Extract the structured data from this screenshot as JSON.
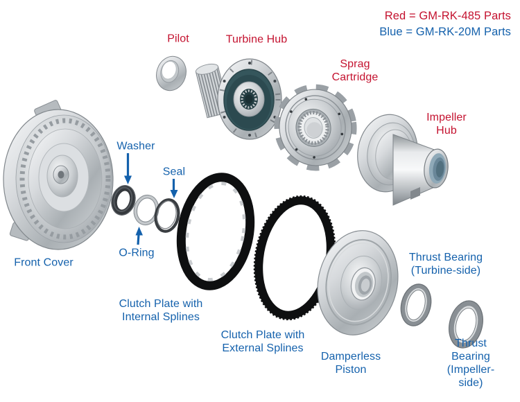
{
  "palette": {
    "red": "#c4122f",
    "blue": "#1461ac"
  },
  "legend": {
    "red_line": "Red = GM-RK-485 Parts",
    "blue_line": "Blue = GM-RK-20M Parts"
  },
  "labels": {
    "pilot": {
      "text": "Pilot",
      "kit": "GM-RK-485",
      "color": "red"
    },
    "turbine_hub": {
      "text": "Turbine Hub",
      "kit": "GM-RK-485",
      "color": "red"
    },
    "sprag_cartridge": {
      "text": "Sprag\nCartridge",
      "kit": "GM-RK-485",
      "color": "red"
    },
    "impeller_hub": {
      "text": "Impeller\nHub",
      "kit": "GM-RK-485",
      "color": "red"
    },
    "washer": {
      "text": "Washer",
      "kit": "GM-RK-20M",
      "color": "blue"
    },
    "seal": {
      "text": "Seal",
      "kit": "GM-RK-20M",
      "color": "blue"
    },
    "o_ring": {
      "text": "O-Ring",
      "kit": "GM-RK-20M",
      "color": "blue"
    },
    "front_cover": {
      "text": "Front Cover",
      "kit": "GM-RK-20M",
      "color": "blue"
    },
    "clutch_plate_internal": {
      "text": "Clutch Plate with\nInternal Splines",
      "kit": "GM-RK-20M",
      "color": "blue"
    },
    "clutch_plate_external": {
      "text": "Clutch Plate with\nExternal Splines",
      "kit": "GM-RK-20M",
      "color": "blue"
    },
    "damperless_piston": {
      "text": "Damperless\nPiston",
      "kit": "GM-RK-20M",
      "color": "blue"
    },
    "thrust_bearing_turbine": {
      "text": "Thrust Bearing\n(Turbine-side)",
      "kit": "GM-RK-20M",
      "color": "blue"
    },
    "thrust_bearing_impeller": {
      "text": "Thrust Bearing\n(Impeller-side)",
      "kit": "GM-RK-20M",
      "color": "blue"
    }
  }
}
